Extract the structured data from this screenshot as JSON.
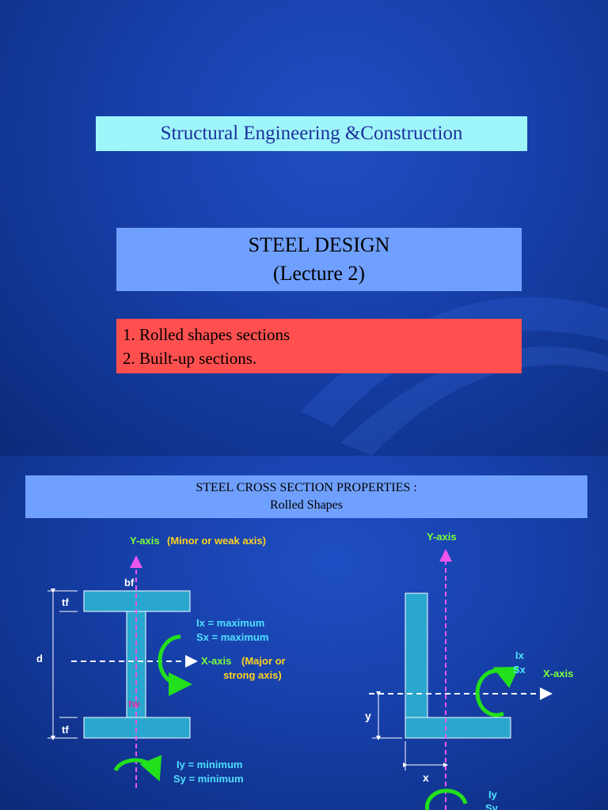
{
  "slide1": {
    "title": "Structural Engineering &Construction",
    "lecture": {
      "line1": "STEEL DESIGN",
      "line2": "(Lecture 2)"
    },
    "topics": [
      "1.  Rolled shapes sections",
      "2.  Built-up sections."
    ]
  },
  "slide2": {
    "header": {
      "line1": "STEEL CROSS SECTION PROPERTIES :",
      "line2": "Rolled Shapes"
    },
    "i_section": {
      "y_axis": {
        "label": "Y-axis",
        "note": "(Minor or weak axis)"
      },
      "bf": "bf",
      "tf_top": "tf",
      "tf_bottom": "tf",
      "d": "d",
      "tw": "tw",
      "ix": "Ix = maximum",
      "sx": "Sx = maximum",
      "x_axis": {
        "label": "X-axis",
        "note1": "(Major or",
        "note2": "strong axis)"
      },
      "iy": "Iy = minimum",
      "sy": "Sy = minimum"
    },
    "angle_section": {
      "y_axis": "Y-axis",
      "ix": "Ix",
      "sx": "Sx",
      "x_axis": "X-axis",
      "y": "y",
      "x": "x",
      "iy": "Iy",
      "sy": "Sy"
    },
    "colors": {
      "shape_fill": "#2aa7cf",
      "axis_label": "#7dff3a",
      "note_text": "#ffd21f",
      "property_text": "#4fe0ff",
      "arrow": "#22e01c",
      "axis_line": "#ee55ee",
      "tw_label": "#d0309a"
    }
  }
}
